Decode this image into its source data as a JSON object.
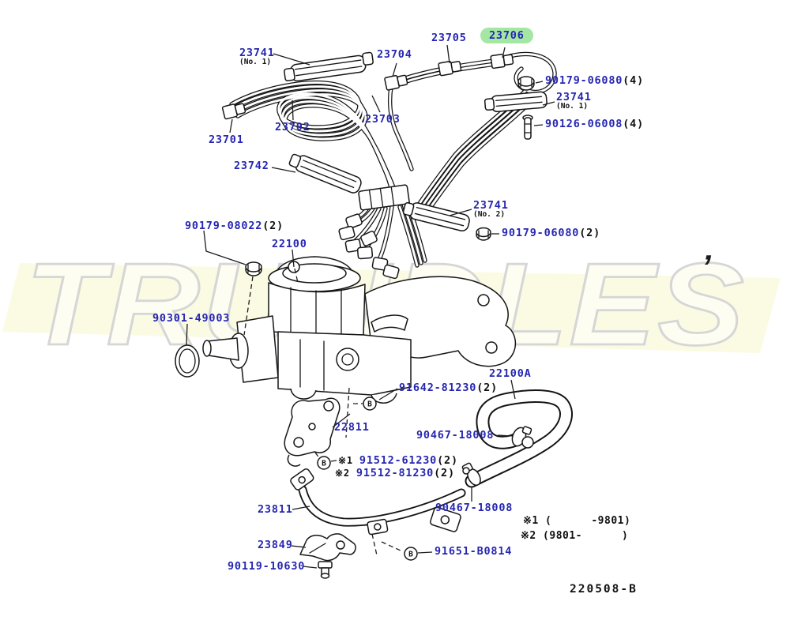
{
  "diagram": {
    "watermark_text": "TRUNDLES",
    "watermark_mark": "’",
    "bolt_symbol": "B",
    "drawing_code": "220508-B",
    "colors": {
      "label_blue": "#2626b2",
      "highlight_green": "#a3e7a3",
      "line_black": "#161616",
      "watermark_band_yellow": "#f7f7cc",
      "watermark_outline_gray": "#d6d6d6"
    },
    "labels": [
      {
        "name": "23741-no1-left",
        "prefix": "",
        "text": "23741",
        "qty": "",
        "sub": "(No. 1)",
        "highlight": false
      },
      {
        "name": "23704",
        "prefix": "",
        "text": "23704",
        "qty": "",
        "sub": "",
        "highlight": false
      },
      {
        "name": "23705",
        "prefix": "",
        "text": "23705",
        "qty": "",
        "sub": "",
        "highlight": false
      },
      {
        "name": "23706",
        "prefix": "",
        "text": "23706",
        "qty": "",
        "sub": "",
        "highlight": true
      },
      {
        "name": "90179-06080-x4",
        "prefix": "",
        "text": "90179-06080",
        "qty": "(4)",
        "sub": "",
        "highlight": false
      },
      {
        "name": "23741-no1-right",
        "prefix": "",
        "text": "23741",
        "qty": "",
        "sub": "(No. 1)",
        "highlight": false
      },
      {
        "name": "90126-06008-x4",
        "prefix": "",
        "text": "90126-06008",
        "qty": "(4)",
        "sub": "",
        "highlight": false
      },
      {
        "name": "23701",
        "prefix": "",
        "text": "23701",
        "qty": "",
        "sub": "",
        "highlight": false
      },
      {
        "name": "23702",
        "prefix": "",
        "text": "23702",
        "qty": "",
        "sub": "",
        "highlight": false
      },
      {
        "name": "23703",
        "prefix": "",
        "text": "23703",
        "qty": "",
        "sub": "",
        "highlight": false
      },
      {
        "name": "23742",
        "prefix": "",
        "text": "23742",
        "qty": "",
        "sub": "",
        "highlight": false
      },
      {
        "name": "23741-no2",
        "prefix": "",
        "text": "23741",
        "qty": "",
        "sub": "(No. 2)",
        "highlight": false
      },
      {
        "name": "90179-06080-x2",
        "prefix": "",
        "text": "90179-06080",
        "qty": "(2)",
        "sub": "",
        "highlight": false
      },
      {
        "name": "90179-08022-x2",
        "prefix": "",
        "text": "90179-08022",
        "qty": "(2)",
        "sub": "",
        "highlight": false
      },
      {
        "name": "22100",
        "prefix": "",
        "text": "22100",
        "qty": "",
        "sub": "",
        "highlight": false
      },
      {
        "name": "90301-49003",
        "prefix": "",
        "text": "90301-49003",
        "qty": "",
        "sub": "",
        "highlight": false
      },
      {
        "name": "22100A",
        "prefix": "",
        "text": "22100A",
        "qty": "",
        "sub": "",
        "highlight": false
      },
      {
        "name": "91642-81230-x2",
        "prefix": "",
        "text": "91642-81230",
        "qty": "(2)",
        "sub": "",
        "highlight": false
      },
      {
        "name": "22811",
        "prefix": "",
        "text": "22811",
        "qty": "",
        "sub": "",
        "highlight": false
      },
      {
        "name": "90467-18008-a",
        "prefix": "",
        "text": "90467-18008",
        "qty": "",
        "sub": "",
        "highlight": false
      },
      {
        "name": "91512-61230-x2",
        "prefix": "※1 ",
        "text": "91512-61230",
        "qty": "(2)",
        "sub": "",
        "highlight": false
      },
      {
        "name": "91512-81230-x2",
        "prefix": "※2 ",
        "text": "91512-81230",
        "qty": "(2)",
        "sub": "",
        "highlight": false
      },
      {
        "name": "23811",
        "prefix": "",
        "text": "23811",
        "qty": "",
        "sub": "",
        "highlight": false
      },
      {
        "name": "90467-18008-b",
        "prefix": "",
        "text": "90467-18008",
        "qty": "",
        "sub": "",
        "highlight": false
      },
      {
        "name": "23849",
        "prefix": "",
        "text": "23849",
        "qty": "",
        "sub": "",
        "highlight": false
      },
      {
        "name": "90119-10630",
        "prefix": "",
        "text": "90119-10630",
        "qty": "",
        "sub": "",
        "highlight": false
      },
      {
        "name": "91651-B0814",
        "prefix": "",
        "text": "91651-B0814",
        "qty": "",
        "sub": "",
        "highlight": false
      }
    ],
    "footnotes": [
      "※1 (      -9801)",
      "※2 (9801-      )"
    ]
  }
}
